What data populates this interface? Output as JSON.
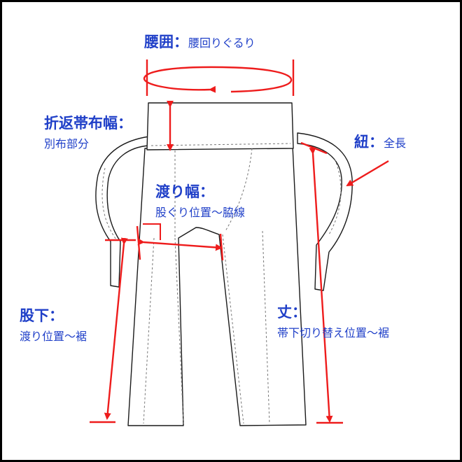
{
  "colors": {
    "ink": "#1a1a1a",
    "label": "#1f3fc8",
    "arrow": "#ee1c1c",
    "stitch": "#777777"
  },
  "labels": {
    "waist": {
      "term": "腰囲：",
      "desc": "腰回りぐるり"
    },
    "band": {
      "term": "折返帯布幅：",
      "desc": "別布部分"
    },
    "strap": {
      "term": "紐：",
      "desc": "全長"
    },
    "thigh": {
      "term": "渡り幅：",
      "desc": "股ぐり位置～脇線"
    },
    "inseam": {
      "term": "股下：",
      "desc": "渡り位置～裾"
    },
    "length": {
      "term": "丈：",
      "desc": "帯下切り替え位置～裾"
    }
  }
}
